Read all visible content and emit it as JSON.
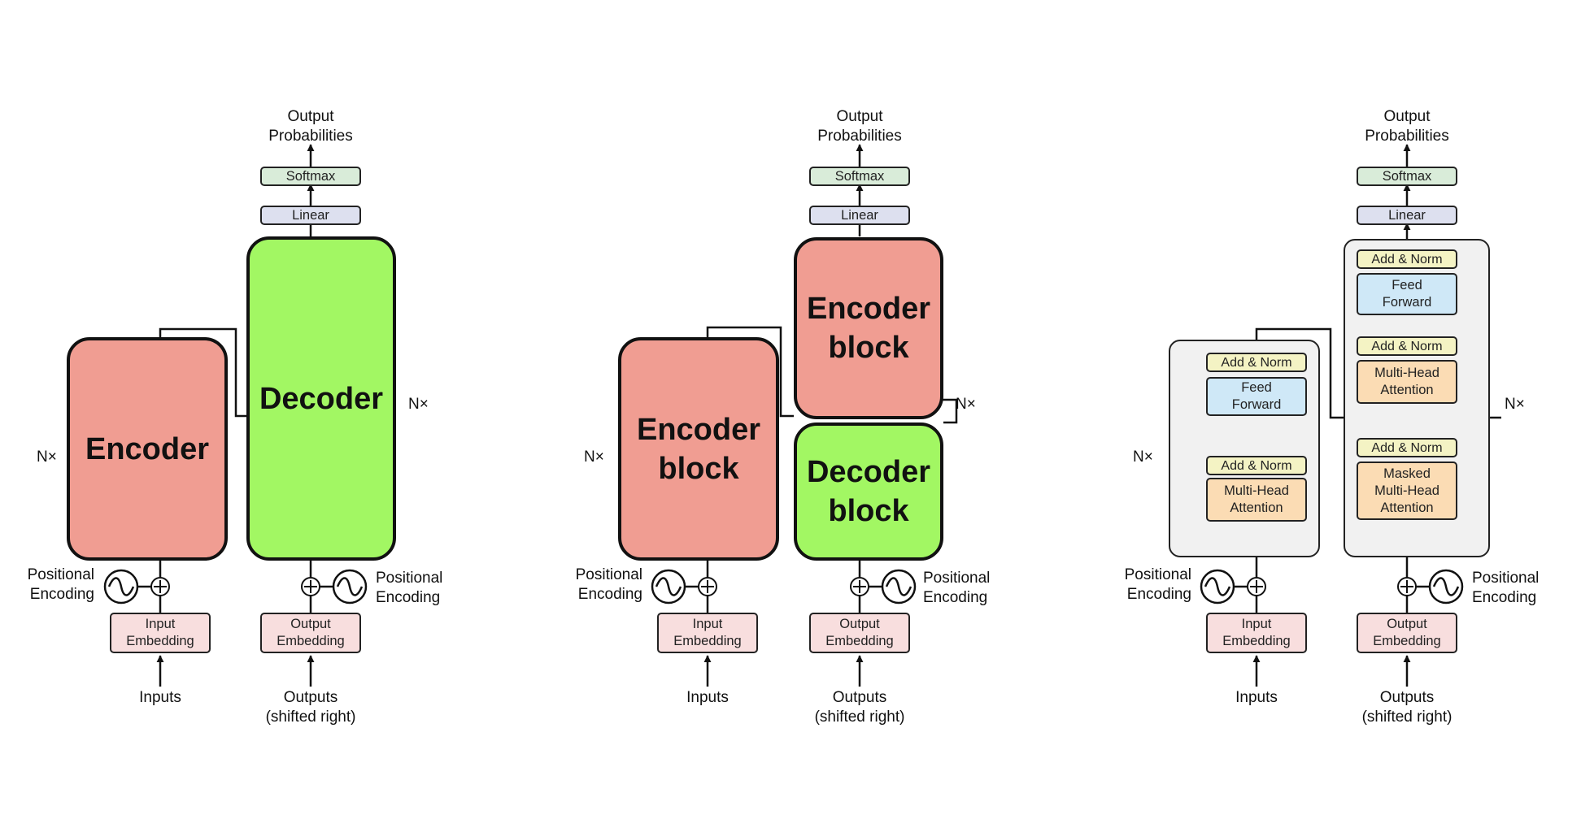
{
  "labels": {
    "output_probabilities_line1": "Output",
    "output_probabilities_line2": "Probabilities",
    "softmax": "Softmax",
    "linear": "Linear",
    "positional": "Positional",
    "encoding": "Encoding",
    "input_embedding_line1": "Input",
    "input_embedding_line2": "Embedding",
    "output_embedding_line1": "Output",
    "output_embedding_line2": "Embedding",
    "inputs": "Inputs",
    "outputs_line1": "Outputs",
    "outputs_line2": "(shifted right)",
    "nx": "N×"
  },
  "panel1": {
    "encoder": "Encoder",
    "decoder": "Decoder"
  },
  "panel2": {
    "encoder_block_line1": "Encoder",
    "encoder_block_line2": "block",
    "top_block_line1": "Encoder",
    "top_block_line2": "block",
    "decoder_block_line1": "Decoder",
    "decoder_block_line2": "block"
  },
  "panel3": {
    "add_norm": "Add & Norm",
    "feed_forward_line1": "Feed",
    "feed_forward_line2": "Forward",
    "mha_line1": "Multi-Head",
    "mha_line2": "Attention",
    "masked_line1": "Masked",
    "masked_line2": "Multi-Head",
    "masked_line3": "Attention"
  },
  "colors": {
    "encoder_fill": "#f09d92",
    "decoder_fill": "#a2f763",
    "softmax_fill": "#d9ecd9",
    "linear_fill": "#dde0ef",
    "embedding_fill": "#f8dede",
    "add_norm_fill": "#f4f3c4",
    "feed_forward_fill": "#cfe8f7",
    "attention_fill": "#fbdcb4"
  }
}
